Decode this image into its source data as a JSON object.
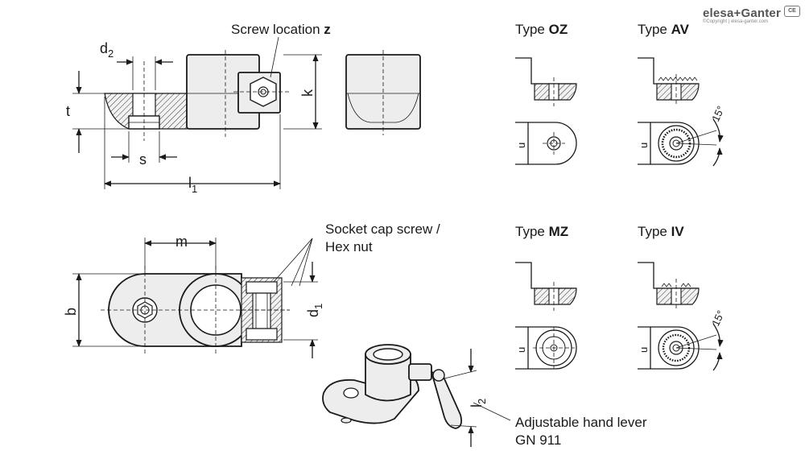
{
  "brand": {
    "name": "elesa+Ganter",
    "copyright": "©Copyright | elesa-ganter.com",
    "badge": "CE"
  },
  "labels": {
    "screw_location": "Screw location",
    "screw_location_var": "z",
    "socket_cap_line1": "Socket cap screw /",
    "socket_cap_line2": "Hex nut",
    "hand_lever_line1": "Adjustable hand lever",
    "hand_lever_line2": "GN 911"
  },
  "dimensions": {
    "d2": {
      "base": "d",
      "sub": "2"
    },
    "t": "t",
    "s": "s",
    "l1": {
      "base": "l",
      "sub": "1"
    },
    "k": "k",
    "m": "m",
    "b": "b",
    "d1": {
      "base": "d",
      "sub": "1"
    },
    "l2": {
      "base": "l",
      "sub": "2"
    },
    "u": "u",
    "angle": "15°"
  },
  "types": [
    {
      "prefix": "Type ",
      "code": "OZ"
    },
    {
      "prefix": "Type ",
      "code": "AV"
    },
    {
      "prefix": "Type ",
      "code": "MZ"
    },
    {
      "prefix": "Type ",
      "code": "IV"
    }
  ]
}
